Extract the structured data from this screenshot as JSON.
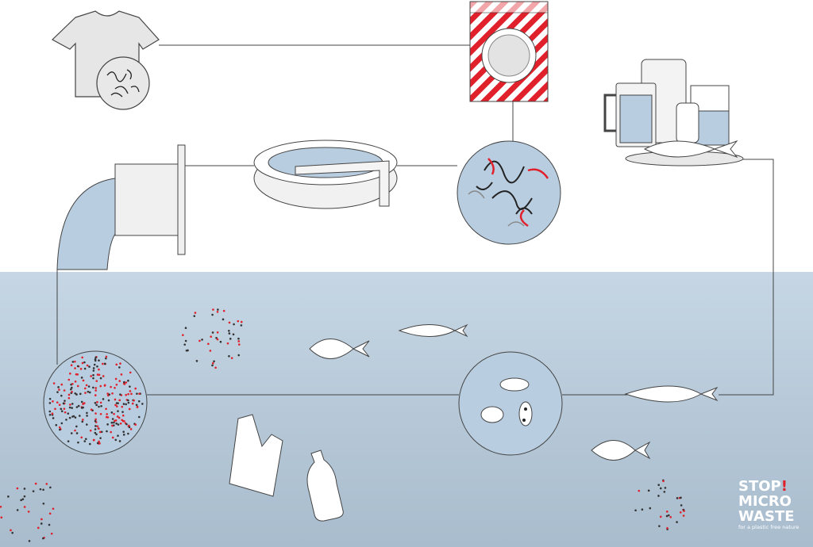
{
  "logo": {
    "line1": "STOP",
    "exclamation": "!",
    "line2": "MICRO",
    "line3": "WASTE",
    "tagline": "for a plastic free nature"
  },
  "colors": {
    "water_top": "#c6d6e4",
    "water_bottom": "#a8bccd",
    "accent_red": "#e0202a",
    "line": "#444444",
    "pale_blue": "#b9cde0"
  }
}
